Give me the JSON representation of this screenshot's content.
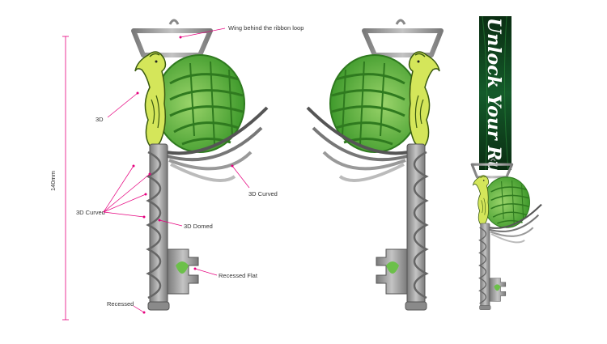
{
  "annotations": {
    "wing": "Wing behind the ribbon loop",
    "three_d": "3D",
    "three_d_curved_1": "3D Curved",
    "three_d_curved_2": "3D Curved",
    "three_d_domed": "3D Domed",
    "recessed_flat": "Recessed Flat",
    "recessed": "Recessed",
    "dimension": "140mm"
  },
  "ribbon": {
    "text": "Unlock Your Run"
  },
  "colors": {
    "annotation_line": "#e6007e",
    "metal": "#9a9a9a",
    "metal_dark": "#6d6d6d",
    "wing_green": "#6cc04a",
    "wing_dark": "#2f7a1f",
    "bird_lime": "#d4e65a",
    "ribbon_dark": "#0b3d1a"
  }
}
